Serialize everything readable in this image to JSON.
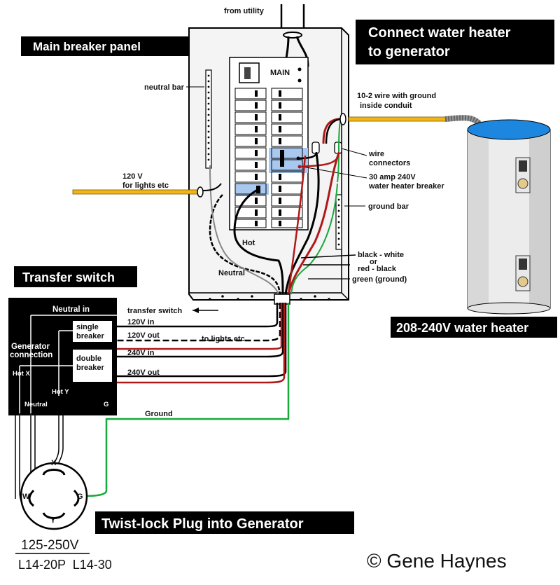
{
  "banners": {
    "main_panel": "Main breaker panel",
    "connect_line1": "Connect water heater",
    "connect_line2": "to generator",
    "transfer_switch": "Transfer switch",
    "water_heater": "208-240V water heater",
    "twist_lock": "Twist-lock Plug into Generator"
  },
  "labels": {
    "from_utility": "from utility",
    "main": "MAIN",
    "neutral_bar": "neutral bar",
    "wire_10_2_line1": "10-2 wire with ground",
    "wire_10_2_line2": "inside conduit",
    "wire_connectors_line1": "wire",
    "wire_connectors_line2": "connectors",
    "breaker_30a_line1": "30 amp 240V",
    "breaker_30a_line2": "water heater breaker",
    "v120_line1": "120 V",
    "v120_line2": "for lights etc",
    "ground_bar": "ground bar",
    "hot": "Hot",
    "neutral": "Neutral",
    "black_white": "black - white",
    "or": "or",
    "red_black": "red - black",
    "green_ground": "green (ground)",
    "transfer_switch_arrow": "transfer switch",
    "neutral_in": "Neutral in",
    "single_breaker_line1": "single",
    "single_breaker_line2": "breaker",
    "double_breaker_line1": "double",
    "double_breaker_line2": "breaker",
    "in_120v": "120V in",
    "out_120v": "120V out",
    "to_lights": "to lights etc",
    "in_240v": "240V in",
    "out_240v": "240V out",
    "generator_line1": "Generator",
    "generator_line2": "connection",
    "hot_x": "Hot X",
    "hot_y": "Hot Y",
    "neutral_small": "Neutral",
    "g": "G",
    "ground": "Ground",
    "plug_x": "X",
    "plug_w": "W",
    "plug_g": "G",
    "plug_y": "Y"
  },
  "rating": {
    "voltage": "125-250V",
    "models": "L14-20P  L14-30"
  },
  "copyright": "© Gene Haynes",
  "colors": {
    "hot_red": "#b01818",
    "ground_green": "#19a83a",
    "feed_yellow": "#f2b515",
    "breaker_blue": "#a9c8ef",
    "heater_cap": "#1d87e0",
    "banner_black": "#000000"
  }
}
